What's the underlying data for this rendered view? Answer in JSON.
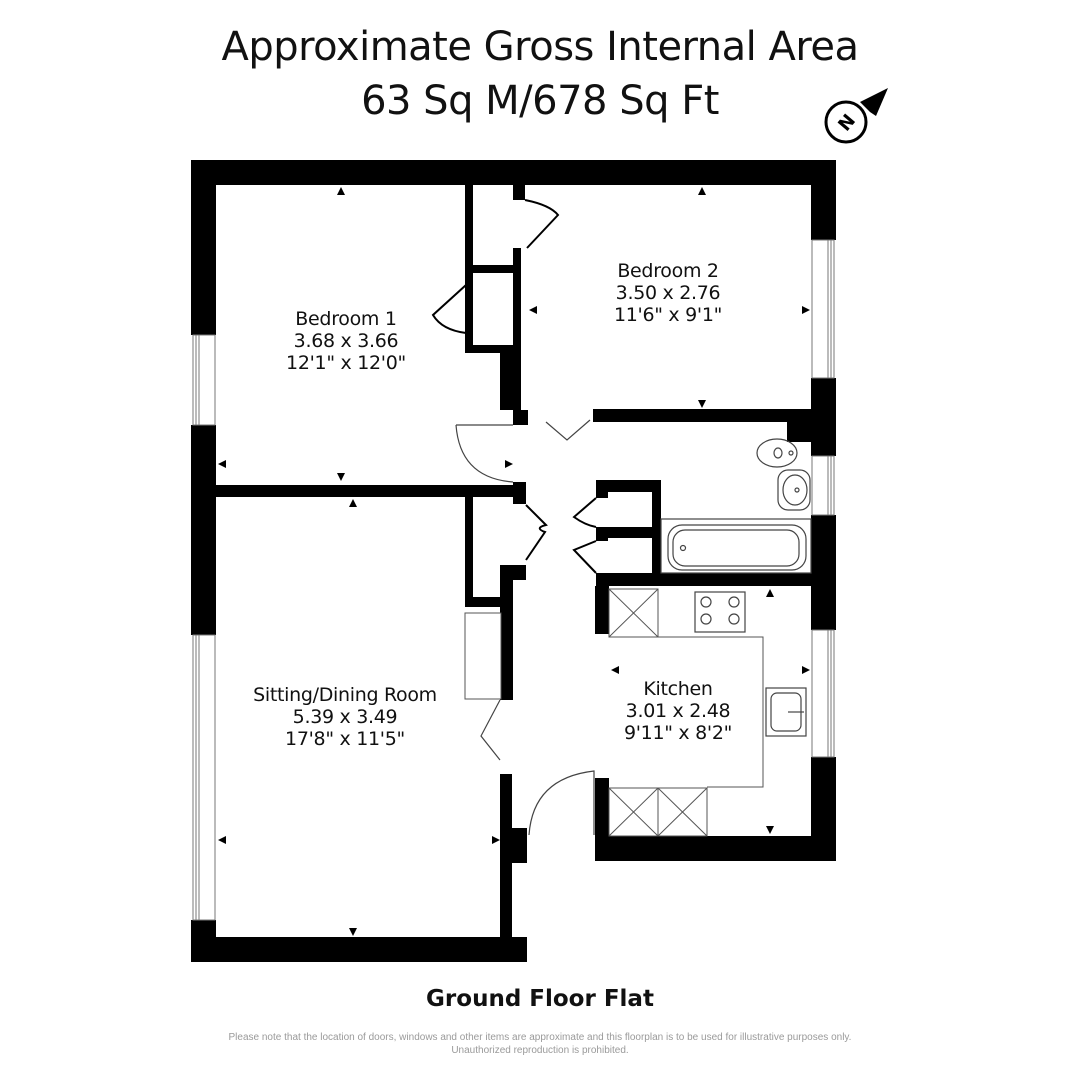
{
  "header": {
    "title_line1": "Approximate Gross Internal Area",
    "title_line2": "63 Sq M/678 Sq Ft"
  },
  "compass": {
    "icon": "north-arrow-icon",
    "letter": "N"
  },
  "rooms": [
    {
      "id": "bedroom-1",
      "name": "Bedroom 1",
      "metric": "3.68 x 3.66",
      "imperial": "12'1\" x 12'0\""
    },
    {
      "id": "bedroom-2",
      "name": "Bedroom 2",
      "metric": "3.50 x 2.76",
      "imperial": "11'6\" x 9'1\""
    },
    {
      "id": "sitting-dining-room",
      "name": "Sitting/Dining Room",
      "metric": "5.39 x 3.49",
      "imperial": "17'8\" x 11'5\""
    },
    {
      "id": "kitchen",
      "name": "Kitchen",
      "metric": "3.01 x 2.48",
      "imperial": "9'11\" x 8'2\""
    }
  ],
  "fixtures": [
    "toilet-icon",
    "washbasin-icon",
    "bathtub-icon",
    "hob-icon",
    "kitchen-sink-icon"
  ],
  "footer": {
    "floor_name": "Ground Floor Flat",
    "disclaimer": "Please note that the location of doors, windows and other items are approximate and this floorplan is to be used for illustrative purposes only. Unauthorized reproduction is prohibited."
  },
  "colors": {
    "wall": "#000000",
    "line": "#555555",
    "background": "#ffffff",
    "disclaimer_text": "#9a9a9a"
  }
}
